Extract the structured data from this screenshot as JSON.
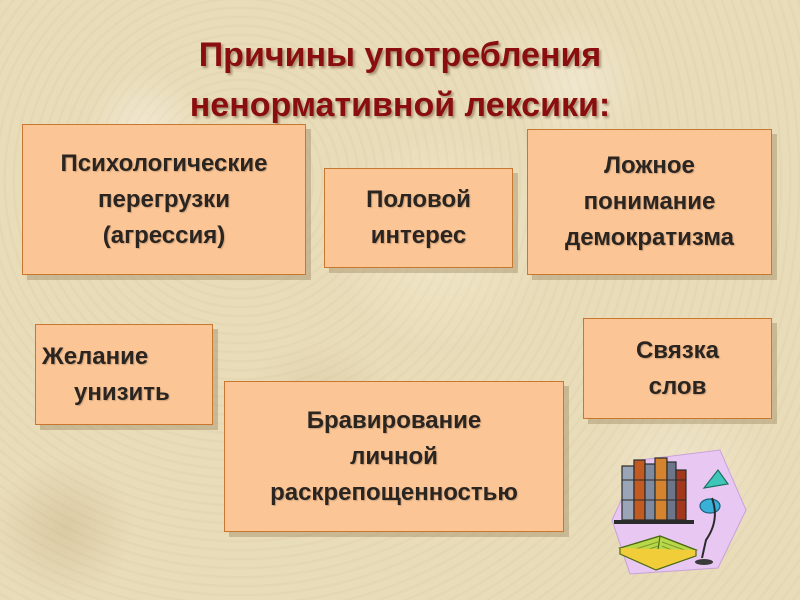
{
  "slide": {
    "title_line1": "Причины употребления",
    "title_line2": "ненормативной лексики:",
    "colors": {
      "title": "#8a0e0e",
      "box_fill": "#fbc596",
      "box_border": "#c9762e",
      "background": "#e9dcb9"
    }
  },
  "causes": {
    "psych": {
      "line1": "Психологические",
      "line2": "перегрузки",
      "line3": "(агрессия)"
    },
    "sexual": {
      "line1": "Половой",
      "line2": "интерес"
    },
    "democracy": {
      "line1": "Ложное",
      "line2": "понимание",
      "line3": "демократизма"
    },
    "humiliate": {
      "line1": "Желание",
      "line2": "унизить"
    },
    "bravado": {
      "line1": "Бравирование",
      "line2": "личной",
      "line3": "раскрепощенностью"
    },
    "linking": {
      "line1": "Связка",
      "line2": "слов"
    }
  },
  "clipart": {
    "icon": "books-and-lamp-icon"
  }
}
